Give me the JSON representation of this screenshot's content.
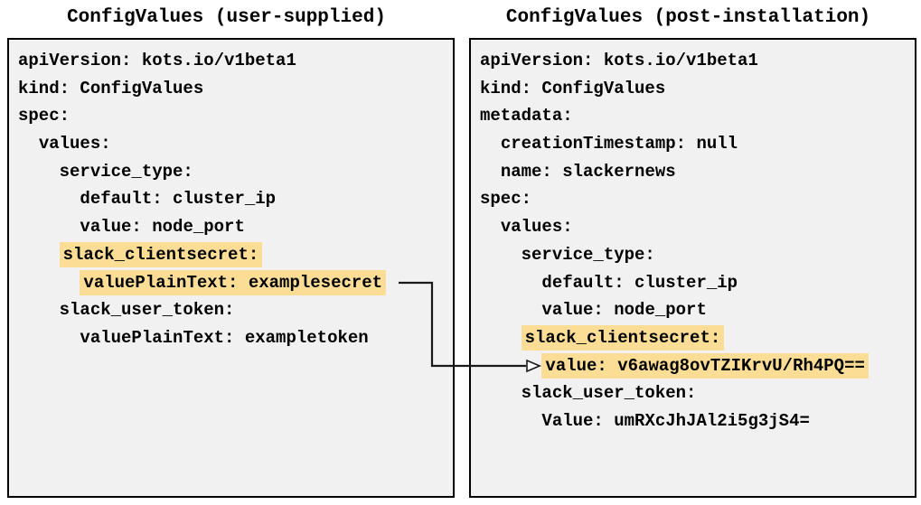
{
  "colors": {
    "highlight": "#fbdd96",
    "panel_bg": "#f1f1f1",
    "panel_border": "#000000",
    "text": "#000000",
    "arrow": "#1a1a1a"
  },
  "left_panel": {
    "title": "ConfigValues (user-supplied)",
    "lines": [
      {
        "indent": "",
        "text": "apiVersion: kots.io/v1beta1",
        "highlight": false
      },
      {
        "indent": "",
        "text": "kind: ConfigValues",
        "highlight": false
      },
      {
        "indent": "",
        "text": "spec:",
        "highlight": false
      },
      {
        "indent": "  ",
        "text": "values:",
        "highlight": false
      },
      {
        "indent": "    ",
        "text": "service_type:",
        "highlight": false
      },
      {
        "indent": "      ",
        "text": "default: cluster_ip",
        "highlight": false
      },
      {
        "indent": "      ",
        "text": "value: node_port",
        "highlight": false
      },
      {
        "indent": "    ",
        "text": "slack_clientsecret:",
        "highlight": true
      },
      {
        "indent": "      ",
        "text": "valuePlainText: examplesecret",
        "highlight": true
      },
      {
        "indent": "    ",
        "text": "slack_user_token:",
        "highlight": false
      },
      {
        "indent": "      ",
        "text": "valuePlainText: exampletoken",
        "highlight": false
      }
    ]
  },
  "right_panel": {
    "title": "ConfigValues (post-installation)",
    "lines": [
      {
        "indent": "",
        "text": "apiVersion: kots.io/v1beta1",
        "highlight": false
      },
      {
        "indent": "",
        "text": "kind: ConfigValues",
        "highlight": false
      },
      {
        "indent": "",
        "text": "metadata:",
        "highlight": false
      },
      {
        "indent": "  ",
        "text": "creationTimestamp: null",
        "highlight": false
      },
      {
        "indent": "  ",
        "text": "name: slackernews",
        "highlight": false
      },
      {
        "indent": "",
        "text": "spec:",
        "highlight": false
      },
      {
        "indent": "  ",
        "text": "values:",
        "highlight": false
      },
      {
        "indent": "    ",
        "text": "service_type:",
        "highlight": false
      },
      {
        "indent": "      ",
        "text": "default: cluster_ip",
        "highlight": false
      },
      {
        "indent": "      ",
        "text": "value: node_port",
        "highlight": false
      },
      {
        "indent": "    ",
        "text": "slack_clientsecret:",
        "highlight": true
      },
      {
        "indent": "      ",
        "text": "value: v6awag8ovTZIKrvU/Rh4PQ==",
        "highlight": true
      },
      {
        "indent": "    ",
        "text": "slack_user_token:",
        "highlight": false
      },
      {
        "indent": "      ",
        "text": "Value: umRXcJhJAl2i5g3jS4=",
        "highlight": false
      }
    ]
  },
  "arrow": {
    "from": "valuePlainText: examplesecret",
    "to": "value: v6awag8ovTZIKrvU/Rh4PQ=="
  }
}
